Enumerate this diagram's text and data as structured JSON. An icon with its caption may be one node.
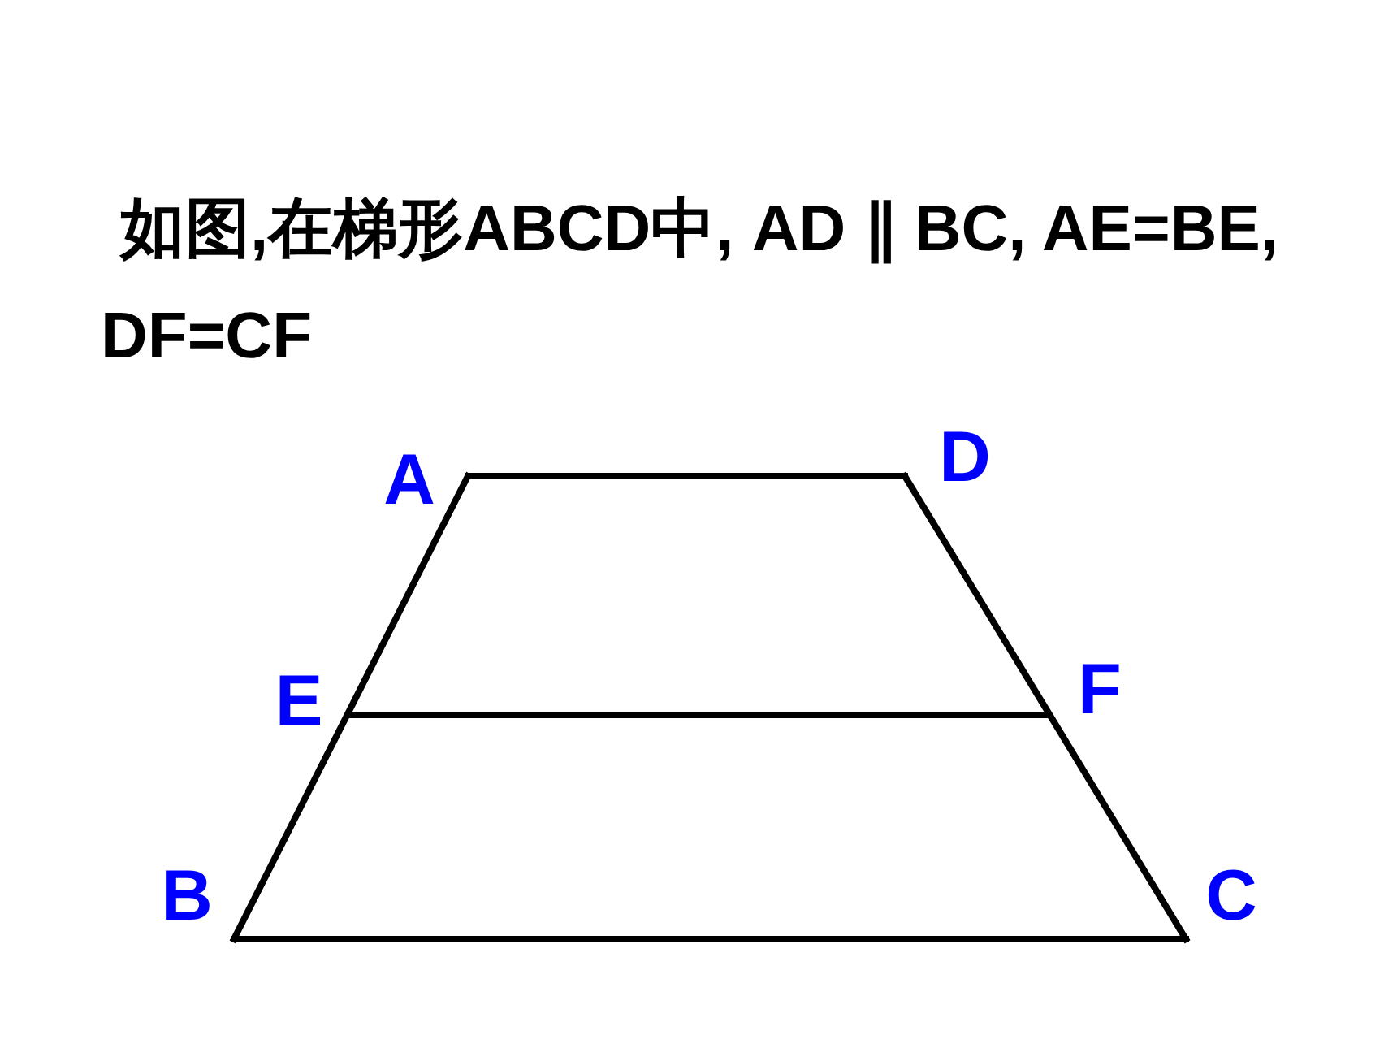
{
  "diagram": {
    "title": "如图,在梯形ABCD中, AD ∥ BC, AE=BE, DF=CF",
    "labels": [
      "A",
      "D",
      "E",
      "F",
      "B",
      "C"
    ]
  }
}
